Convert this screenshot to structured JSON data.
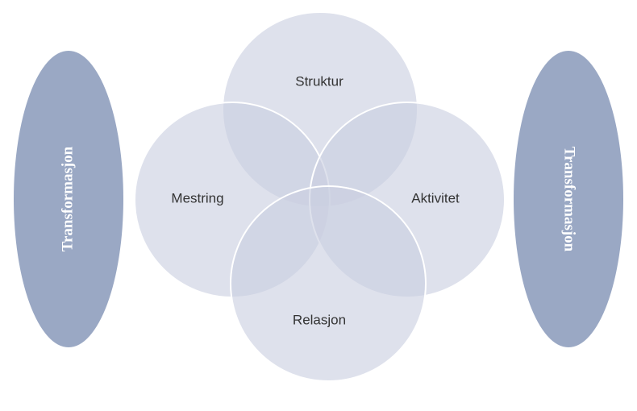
{
  "diagram": {
    "circles": [
      {
        "id": "struktur",
        "label": "Struktur"
      },
      {
        "id": "mestring",
        "label": "Mestring"
      },
      {
        "id": "aktivitet",
        "label": "Aktivitet"
      },
      {
        "id": "relasjon",
        "label": "Relasjon"
      }
    ],
    "side_left": {
      "label": "Transformasjon"
    },
    "side_right": {
      "label": "Transformasjon"
    },
    "colors": {
      "circle_fill": "#c9cfe0",
      "circle_stroke": "#ffffff",
      "ellipse_fill": "#9aa8c4",
      "ellipse_text": "#ffffff",
      "label_text": "#333333"
    }
  }
}
